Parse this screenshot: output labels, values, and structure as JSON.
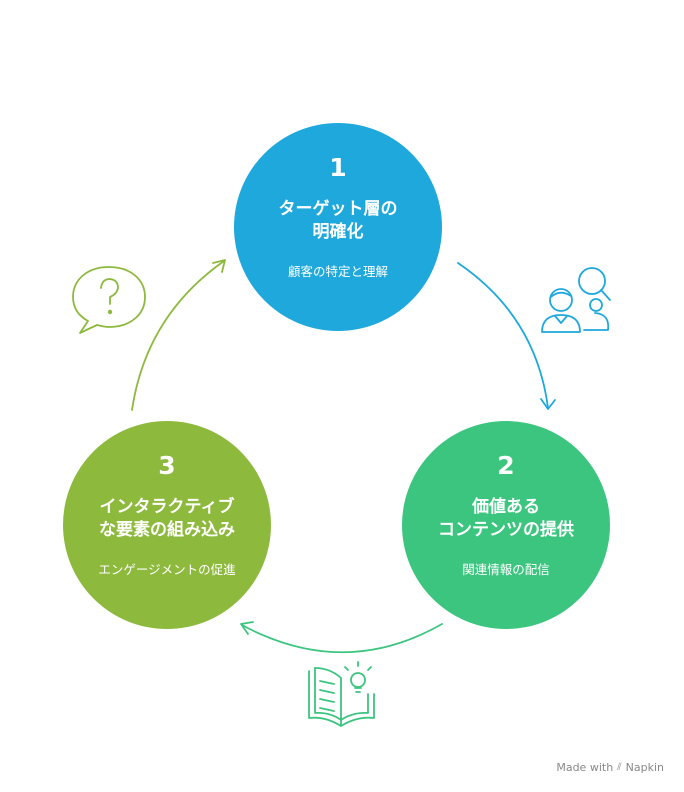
{
  "colors": {
    "blue": "#1fa8dc",
    "green": "#3cc57f",
    "olive": "#8db93d"
  },
  "steps": [
    {
      "number": "1",
      "title_line1": "ターゲット層の",
      "title_line2": "明確化",
      "subtitle": "顧客の特定と理解",
      "icon": "people-search-icon"
    },
    {
      "number": "2",
      "title_line1": "価値ある",
      "title_line2": "コンテンツの提供",
      "subtitle": "関連情報の配信",
      "icon": "book-lightbulb-icon"
    },
    {
      "number": "3",
      "title_line1": "インタラクティブ",
      "title_line2": "な要素の組み込み",
      "subtitle": "エンゲージメントの促進",
      "icon": "question-bubble-icon"
    }
  ],
  "footer": {
    "made_with": "Made with",
    "brand": "Napkin"
  }
}
